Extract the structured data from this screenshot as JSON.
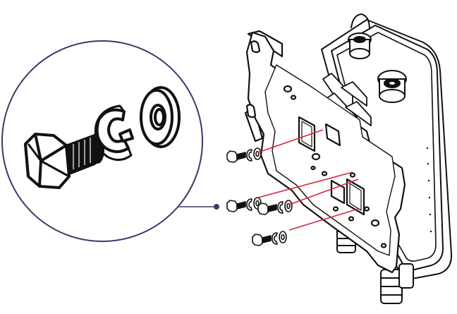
{
  "figure": {
    "kind": "installation-diagram",
    "components": {
      "device": "outdoor-enclosure-unit",
      "bracket": "mounting-plate",
      "fasteners": [
        "hex-bolt",
        "split-lock-washer",
        "flat-washer"
      ],
      "fastener_set_count": 4,
      "antenna_connectors": 2
    },
    "colors": {
      "outline": "#111111",
      "assembly_lines": "#d7263d",
      "callout_circle": "#3a3a6a",
      "callout_leader": "#3a3a6a",
      "background": "#ffffff"
    }
  }
}
